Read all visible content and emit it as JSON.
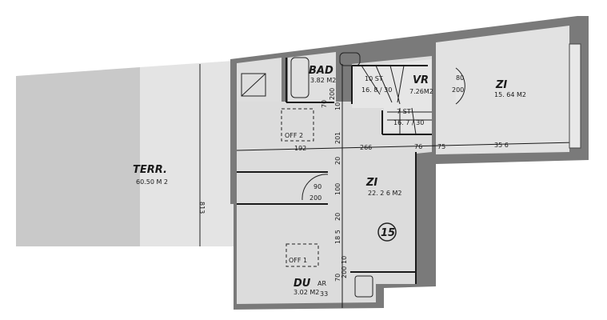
{
  "rooms": {
    "terrace": {
      "name": "TERR.",
      "area": "60.50 M 2",
      "dim": "813"
    },
    "bath": {
      "name": "BAD",
      "area": "3.82 M2"
    },
    "hall": {
      "name": "VR",
      "area": "7.26M2"
    },
    "room_right": {
      "name": "ZI",
      "area": "15. 64 M2"
    },
    "room_main": {
      "name": "ZI",
      "area": "22. 2 6 M2"
    },
    "shower": {
      "name": "DU",
      "suffix": "AR",
      "area": "3.02 M2"
    }
  },
  "stairs": {
    "upper": {
      "steps": "10 ST",
      "ratio": "16. 8 / 30"
    },
    "lower": {
      "steps": "7 ST",
      "ratio": "16. 7 / 30"
    }
  },
  "openings": {
    "off2": "OFF 2",
    "off1": "OFF 1"
  },
  "dimensions": {
    "d192": "192",
    "d266": "266",
    "d76": "76",
    "d75": "75",
    "d356": "35 6",
    "d201": "201",
    "d100": "100",
    "d20a": "20",
    "d20b": "20",
    "d185": "18 5",
    "d70a": "70",
    "d200a": "200",
    "d10a": "10",
    "door_main_w": "90",
    "door_main_h": "200",
    "door_hall_w": "80",
    "door_hall_h": "200",
    "d70b": "70",
    "d200b": "200",
    "d33": "33",
    "d10b": "10"
  },
  "unit_number": "15",
  "colors": {
    "wall": "#6e6e6e",
    "floor": "#dcdcdc",
    "terrace_dark": "#cfcfcf",
    "line": "#1a1a1a"
  }
}
